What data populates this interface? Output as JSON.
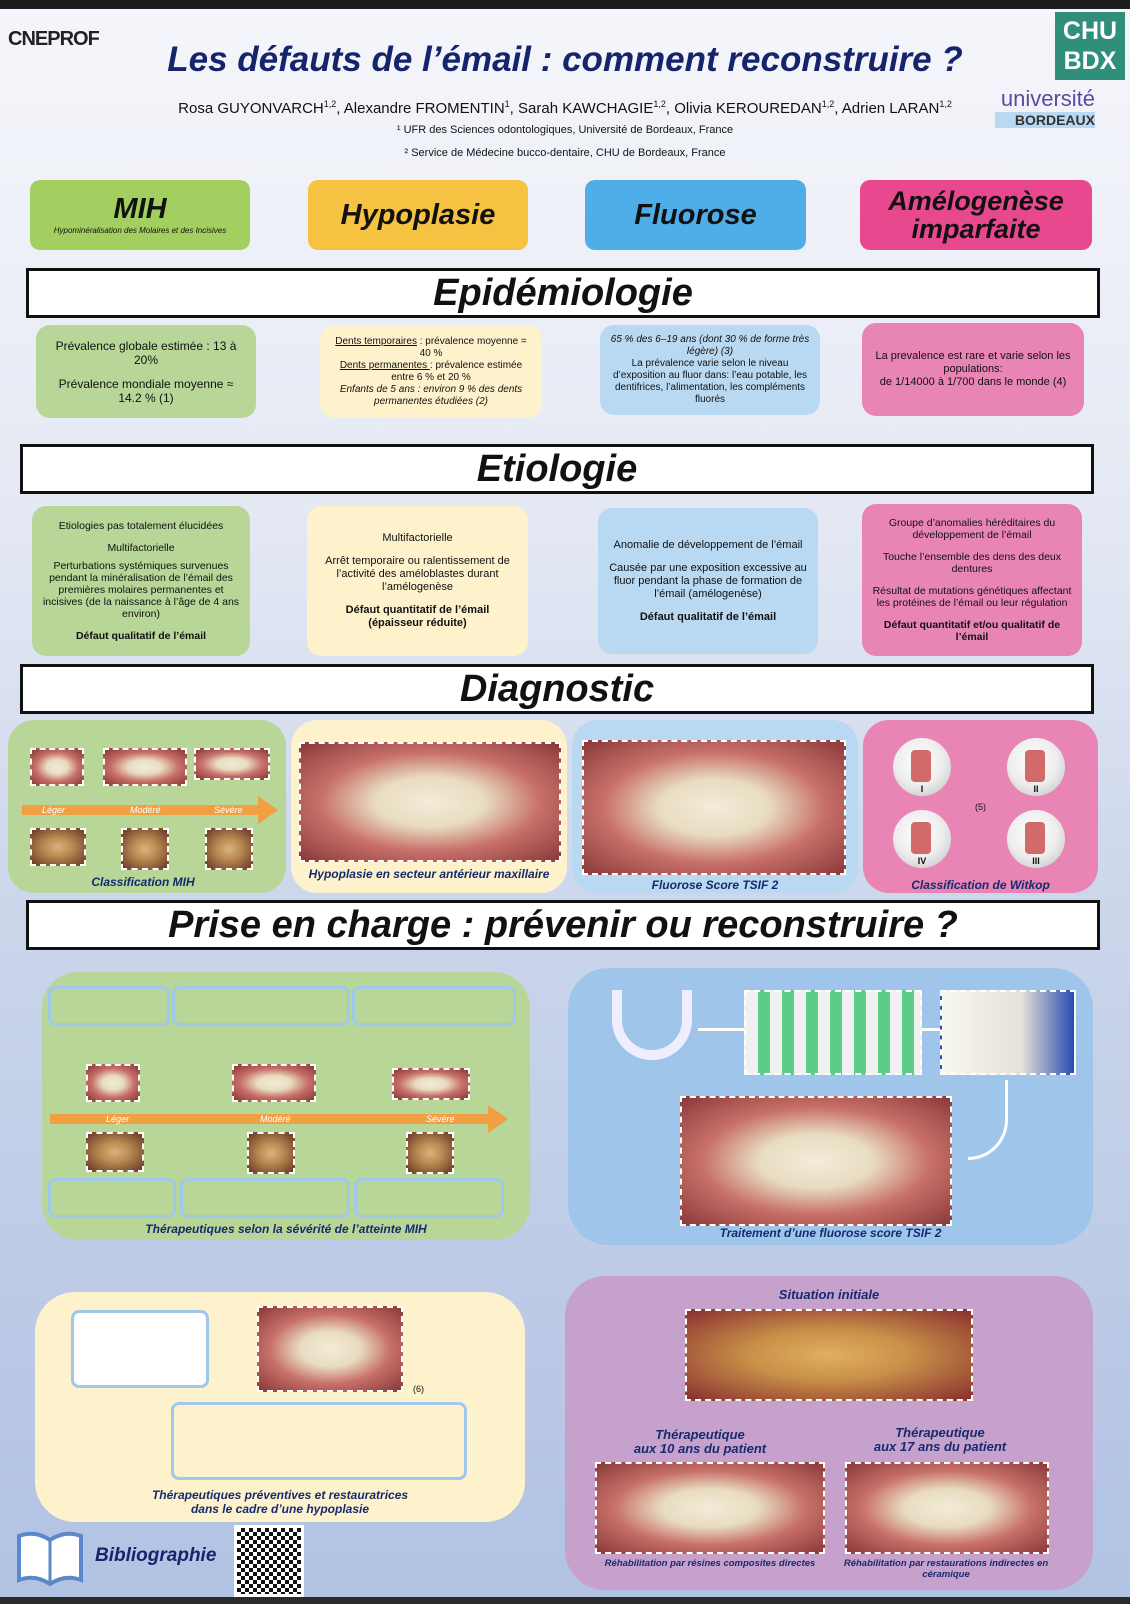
{
  "header": {
    "logo_left": "CNEPROF",
    "title": "Les défauts de l’émail : comment reconstruire ?",
    "logo_chu_line1": "CHU",
    "logo_chu_line2": "BDX",
    "logo_univ_line1": "université",
    "logo_univ_line2": "BORDEAUX",
    "authors": [
      {
        "name": "Rosa GUYONVARCH",
        "sup": "1,2"
      },
      {
        "name": "Alexandre FROMENTIN",
        "sup": "1"
      },
      {
        "name": "Sarah KAWCHAGIE",
        "sup": "1,2"
      },
      {
        "name": "Olivia KEROUREDAN",
        "sup": "1,2"
      },
      {
        "name": "Adrien LARAN",
        "sup": "1,2"
      }
    ],
    "affiliations": [
      "¹ UFR des Sciences odontologiques, Université de Bordeaux, France",
      "² Service de Médecine bucco-dentaire, CHU de Bordeaux, France"
    ]
  },
  "categories": [
    {
      "label": "MIH",
      "sub": "Hypominéralisation des Molaires et des Incisives",
      "color": "#a2cf5f"
    },
    {
      "label": "Hypoplasie",
      "color": "#f5c242"
    },
    {
      "label": "Fluorose",
      "color": "#4faee8"
    },
    {
      "label": "Amélogenèse imparfaite",
      "color": "#e8488e"
    }
  ],
  "epidemiologie": {
    "title": "Epidémiologie",
    "boxes": [
      [
        "Prévalence globale estimée : 13 à 20%",
        "Prévalence mondiale moyenne ≈ 14.2 % (1)"
      ],
      [
        "Dents temporaires",
        " : prévalence moyenne = 40 %",
        "Dents permanentes ",
        "entre 6 % et 20 %",
        ": prévalence estimée",
        "Enfants de 5 ans : environ 9 % des dents permanentes étudiées (2)"
      ],
      [
        "65 % des 6–19 ans (dont 30 % de forme très légère) (3)",
        "La prévalence varie selon le niveau d’exposition au fluor dans: l’eau potable, les dentifrices, l’alimentation, les compléments fluorés"
      ],
      [
        "La prevalence est rare et varie selon les populations:",
        "de 1/14000 à 1/700 dans le monde (4)"
      ]
    ]
  },
  "etiologie": {
    "title": "Etiologie",
    "boxes": [
      [
        "Etiologies pas totalement élucidées",
        "Multifactorielle",
        "Perturbations systémiques survenues pendant la minéralisation de l’émail des premières molaires permanentes et incisives (de la naissance à l’âge de 4 ans environ)",
        "Défaut qualitatif de l’émail"
      ],
      [
        "Multifactorielle",
        "Arrêt temporaire ou ralentissement de l’activité des améloblastes durant l’amélogenèse",
        "Défaut quantitatif de l’émail (épaisseur réduite)"
      ],
      [
        "Anomalie de développement de l’émail",
        "Causée par une exposition excessive au fluor pendant la phase de formation de l’émail (amélogenèse)",
        "Défaut qualitatif de l’émail"
      ],
      [
        "Groupe d’anomalies héréditaires du développement de l’émail",
        "Touche l’ensemble des dens des deux dentures",
        "Résultat de mutations génétiques affectant les protéines de l’émail ou leur régulation",
        "Défaut quantitatif et/ou qualitatif de l’émail"
      ]
    ]
  },
  "diagnostic": {
    "title": "Diagnostic",
    "severity": [
      "Léger",
      "Modéré",
      "Sévère"
    ],
    "captions": [
      "Classification MIH",
      "Hypoplasie en secteur antérieur maxillaire",
      "Fluorose Score TSIF 2",
      "Classification de Witkop"
    ],
    "witkop_types": [
      "I",
      "II",
      "IV",
      "III"
    ],
    "witkop_ref": "(5)"
  },
  "prise_en_charge": {
    "title": "Prise en charge : prévenir ou reconstruire ?",
    "severity": [
      "Léger",
      "Modéré",
      "Sévère"
    ],
    "mih_caption": "Thérapeutiques selon la sévérité de l’atteinte MIH",
    "fluorose_caption": "Traitement d’une fluorose score TSIF 2",
    "hypo_caption_1": "Thérapeutiques préventives et restauratrices",
    "hypo_caption_2": "dans le cadre d’une hypoplasie",
    "hypo_ref": "(6)",
    "ai": {
      "initial": "Situation initiale",
      "t10_1": "Thérapeutique",
      "t10_2": "aux 10 ans du patient",
      "t17_1": "Thérapeutique",
      "t17_2": "aux 17 ans du patient",
      "c10": "Réhabilitation par résines composites directes",
      "c17": "Réhabilitation par restaurations indirectes en céramique"
    }
  },
  "bibliographie": {
    "label": "Bibliographie"
  }
}
